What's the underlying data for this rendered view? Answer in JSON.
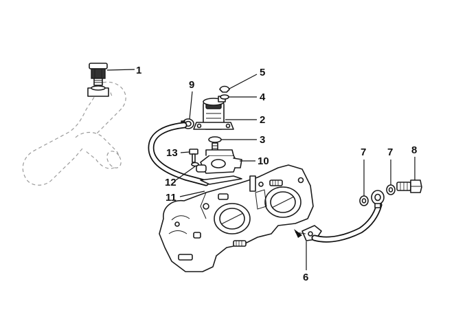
{
  "diagram": {
    "callouts": [
      {
        "id": "1",
        "label": "1"
      },
      {
        "id": "2",
        "label": "2"
      },
      {
        "id": "3",
        "label": "3"
      },
      {
        "id": "4",
        "label": "4"
      },
      {
        "id": "5",
        "label": "5"
      },
      {
        "id": "6",
        "label": "6"
      },
      {
        "id": "7a",
        "label": "7"
      },
      {
        "id": "7b",
        "label": "7"
      },
      {
        "id": "8",
        "label": "8"
      },
      {
        "id": "9",
        "label": "9"
      },
      {
        "id": "10",
        "label": "10"
      },
      {
        "id": "11",
        "label": "11"
      },
      {
        "id": "12",
        "label": "12"
      },
      {
        "id": "13",
        "label": "13"
      }
    ]
  }
}
